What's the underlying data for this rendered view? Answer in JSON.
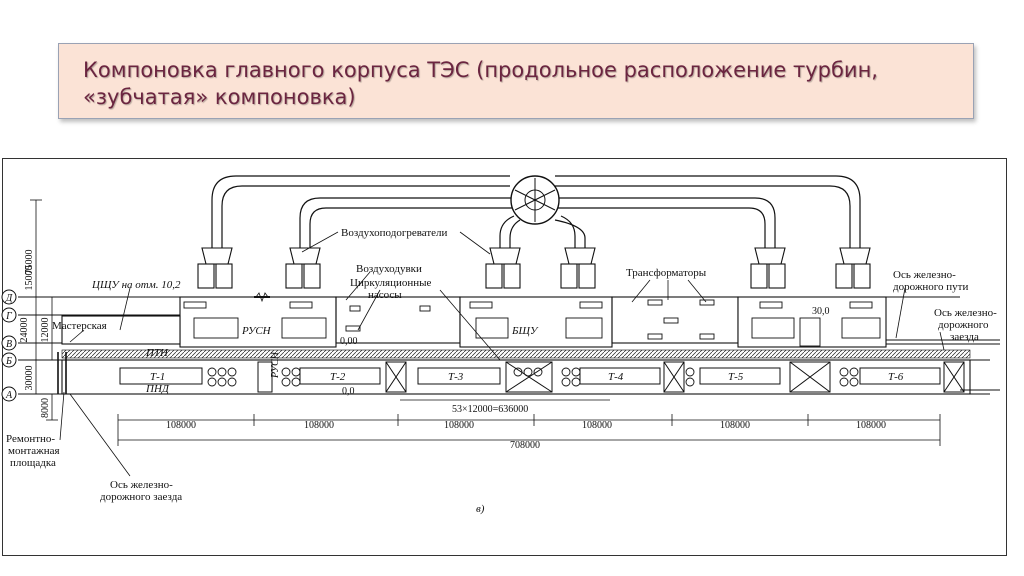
{
  "slide": {
    "title": "Компоновка главного корпуса ТЭС (продольное расположение турбин, «зубчатая» компоновка)"
  },
  "diagram": {
    "callouts": {
      "air_heaters": "Воздухоподогреватели",
      "blowers": "Воздуходувки",
      "circ_pumps_1": "Циркуляционные",
      "circ_pumps_2": "насосы",
      "transformers": "Трансформаторы",
      "cshchu": "ЦЩУ на отм. 10,2",
      "workshop": "Мастерская",
      "rail_axis_right_1": "Ось железно-",
      "rail_axis_right_2": "дорожного пути",
      "rail_entry_right_1": "Ось железно-",
      "rail_entry_right_2": "дорожного",
      "rail_entry_right_3": "заезда",
      "repair_1": "Ремонтно-",
      "repair_2": "монтажная",
      "repair_3": "площадка",
      "rail_entry_left_1": "Ось железно-",
      "rail_entry_left_2": "дорожного заезда",
      "figure_letter": "в)"
    },
    "room_labels": {
      "rusn_1": "РУСН",
      "rusn_2": "РУСН",
      "bshchu": "БЩУ",
      "ptn": "ПТН",
      "pnd": "ПНД"
    },
    "turbines": [
      "Т-1",
      "Т-2",
      "Т-3",
      "Т-4",
      "Т-5",
      "Т-6"
    ],
    "axes": [
      "Д",
      "Г",
      "В",
      "Б",
      "А"
    ],
    "elevations": {
      "el_000": "0,00",
      "el_00": "0,0",
      "el_300": "30,0"
    },
    "vertical_dims": [
      "75000",
      "15000",
      "24000",
      "12000",
      "30000",
      "8000"
    ],
    "horizontal_dims": {
      "module": "53×12000=636000",
      "segments": [
        "108000",
        "108000",
        "108000",
        "108000",
        "108000",
        "108000"
      ],
      "total": "708000"
    }
  }
}
